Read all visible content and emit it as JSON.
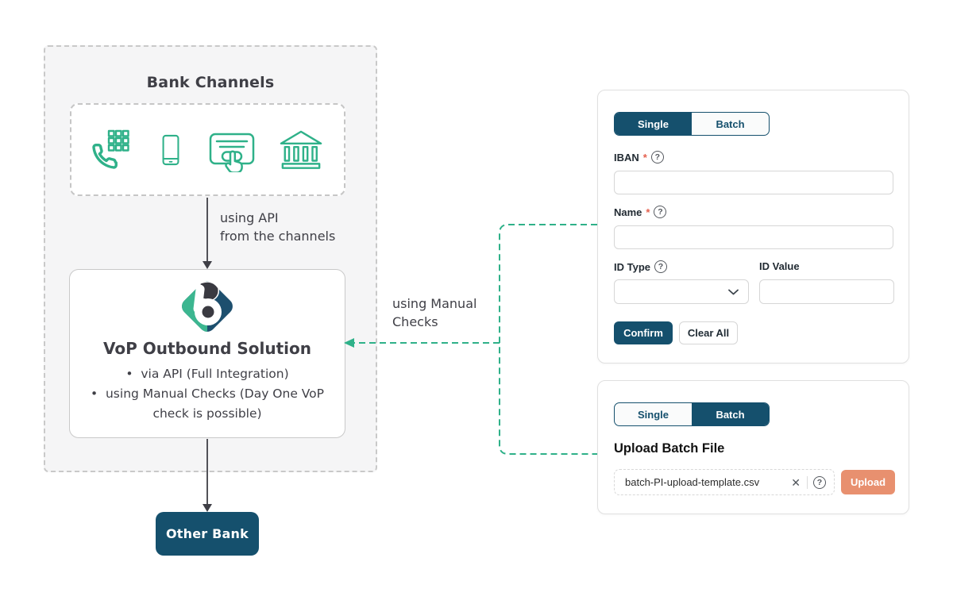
{
  "colors": {
    "navy": "#15506D",
    "teal": "#2FB189",
    "charcoal": "#3F3F46",
    "salmon": "#E8906F",
    "required_red": "#E4604E"
  },
  "diagram": {
    "bank_channels_title": "Bank Channels",
    "channel_icons": [
      "phone-keypad",
      "smartphone",
      "card-terminal",
      "bank-building"
    ],
    "api_label_line1": "using API",
    "api_label_line2": "from the channels",
    "vop": {
      "title": "VoP Outbound Solution",
      "bullets": [
        "via API (Full Integration)",
        "using Manual Checks (Day One VoP check is possible)"
      ]
    },
    "manual_checks_line1": "using Manual",
    "manual_checks_line2": "Checks",
    "other_bank_label": "Other Bank"
  },
  "single_panel": {
    "tabs": {
      "single": "Single",
      "batch": "Batch"
    },
    "required_marker": "*",
    "iban_label": "IBAN",
    "iban_value": "",
    "name_label": "Name",
    "name_value": "",
    "id_type_label": "ID Type",
    "id_type_value": "",
    "id_value_label": "ID Value",
    "id_value_value": "",
    "confirm_label": "Confirm",
    "clear_label": "Clear All"
  },
  "batch_panel": {
    "tabs": {
      "single": "Single",
      "batch": "Batch"
    },
    "heading": "Upload Batch File",
    "file_name": "batch-PI-upload-template.csv",
    "upload_label": "Upload"
  },
  "glyphs": {
    "help": "?",
    "close": "✕"
  }
}
